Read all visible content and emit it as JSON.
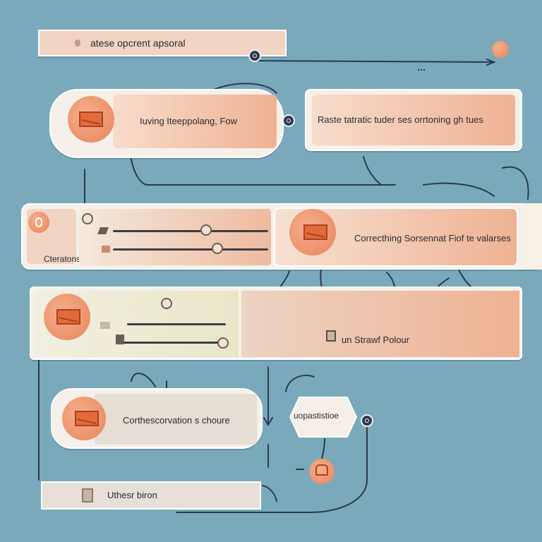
{
  "colors": {
    "background": "#7aa9bc",
    "card": "#f5f1ea",
    "accent": "#e26a3c",
    "line": "#2b3a4e"
  },
  "header": {
    "text": "atese opcrent apsoral"
  },
  "row1": {
    "left_label": "Iuving Iteeppolang, Fow",
    "right_label": "Raste tatratic tuder ses orrtoning gh tues"
  },
  "row2": {
    "side_caption": "Cteratons",
    "right_label": "Correcthing Sorsennat Fiof te valarses"
  },
  "row3": {
    "right_label": "un Strawf Polour"
  },
  "row4": {
    "left_label": "Corthescorvation s choure",
    "hex_label": "uopastistioe"
  },
  "footer": {
    "label": "Uthesr biron"
  },
  "icons": [
    "envelope-icon",
    "node-dot-icon",
    "toggle-icon",
    "slider-icon"
  ]
}
